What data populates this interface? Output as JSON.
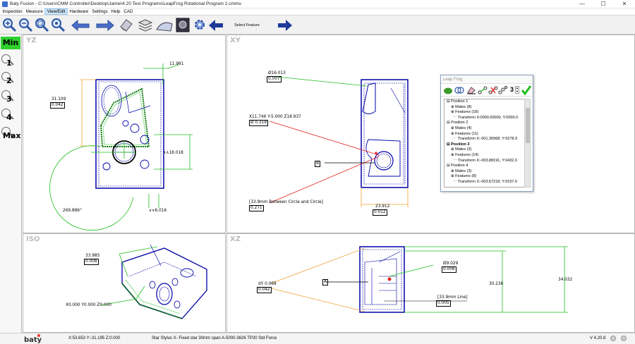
{
  "window": {
    "title": "Baty Fusion - C:\\Users\\CMM Controller\\Desktop\\Jamie\\4.20 Test Programs\\LeapFrog Rotational Program 2.cmmu",
    "minimize": "—",
    "maximize": "☐",
    "close": "✕"
  },
  "menu": [
    "Inspection",
    "Measure",
    "View/Edit",
    "Hardware",
    "Settings",
    "Help",
    "CAD"
  ],
  "toolbar": {
    "select_feature": "Select Feature"
  },
  "sidebar": {
    "min": "Min",
    "zoom1": "1",
    "zoom2": "2",
    "zoom3": "3",
    "zoom4": "4",
    "max": "Max"
  },
  "viewports": {
    "yz": {
      "label": "YZ",
      "dim_11981": "11.981",
      "dim_31109": "31.109",
      "dim_0042": "0.042",
      "dim_18018": "∧∧18.018",
      "dim_269886": "269.886°",
      "dim_6016": "∨∨6.016"
    },
    "xy": {
      "label": "XY",
      "dim_16013": "Ø16.013",
      "dim_0007": "0.007",
      "point": "X11.746 Y-5.000 Z18.937",
      "pos_0318": "Ø 0.318",
      "datum_b": "B",
      "circles_note": "[33.9mm Between Circle and Circle]",
      "dim_0271": "0.271",
      "dim_23912": "23.912",
      "dim_0012": "0.012"
    },
    "iso": {
      "label": "ISO",
      "dim_33985": "33.985",
      "dim_0008": "0.008",
      "origin": "X0.000 Y0.000 Z0.000"
    },
    "xz": {
      "label": "XZ",
      "dim_dy": "dY 0.068",
      "dim_0042": "0.042",
      "datum_a": "A",
      "dim_9029": "Ø9.029",
      "dim_0008": "0.008",
      "line_note": "[33.9mm Line]",
      "dim_0005": "0.005",
      "dim_30236": "30.236",
      "dim_34032": "34.032"
    }
  },
  "leapfrog": {
    "title": "Leap Frog",
    "counter": "3",
    "tree": [
      "Position 1",
      "Mates (8)",
      "Features (18)",
      "Transform X:0000.00000, Y:0000.0",
      "Position 2",
      "Mates (4)",
      "Features (11)",
      "Transform X:-001.36968, Y:0278.9",
      "Position 3",
      "Mates (3)",
      "Features (14)",
      "Transform X:-003.88191, Y:0432.0",
      "Position 4",
      "Mates (3)",
      "Features (8)",
      "Transform X:-003.67218, Y:0157.6"
    ]
  },
  "status": {
    "logo": "baty",
    "coords": "X:53.653 Y:-31.195 Z:0.000",
    "probe": "Star Stylus X- Fixed star 30mm span A-5000-3626 TP20 Std Force",
    "version": "V 4.20.8"
  },
  "colors": {
    "green": "#1fbf1f",
    "blue": "#0000a8",
    "orange": "#f0a030",
    "red": "#e02020",
    "status_green": "#2fd12f"
  }
}
